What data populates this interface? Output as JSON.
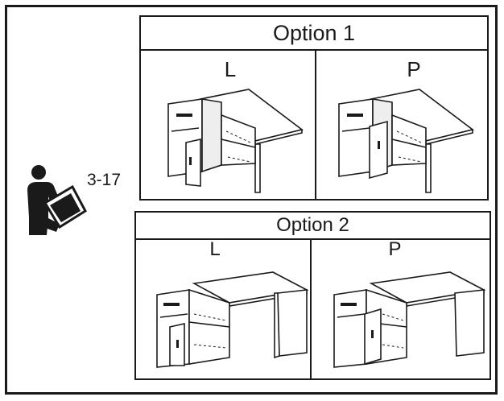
{
  "reference": {
    "text": "3-17",
    "icon": "reading-manual-icon"
  },
  "option1": {
    "title": "Option 1",
    "left_label": "L",
    "right_label": "P"
  },
  "option2": {
    "title": "Option 2",
    "left_label": "L",
    "right_label": "P"
  }
}
